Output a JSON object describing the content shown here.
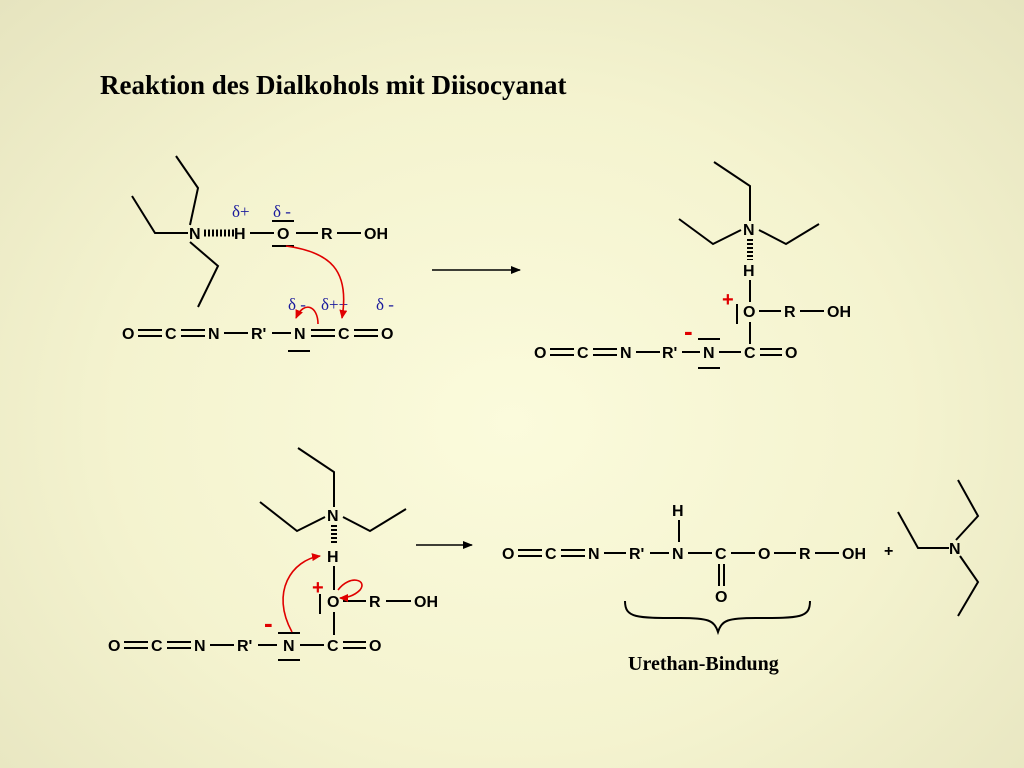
{
  "title": "Reaktion des Dialkohols mit Diisocyanat",
  "caption": "Urethan-Bindung",
  "atoms": {
    "N": "N",
    "H": "H",
    "O": "O",
    "C": "C",
    "R": "R",
    "R_prime": "R'",
    "OH": "OH"
  },
  "charges": {
    "delta_plus": "δ+",
    "delta_minus": "δ -",
    "delta_plusplus": "δ++",
    "plus": "+",
    "minus": "-"
  },
  "colors": {
    "background": "#f8f7d4",
    "text": "#000000",
    "delta": "#1a1a9c",
    "charge": "#e00000"
  }
}
